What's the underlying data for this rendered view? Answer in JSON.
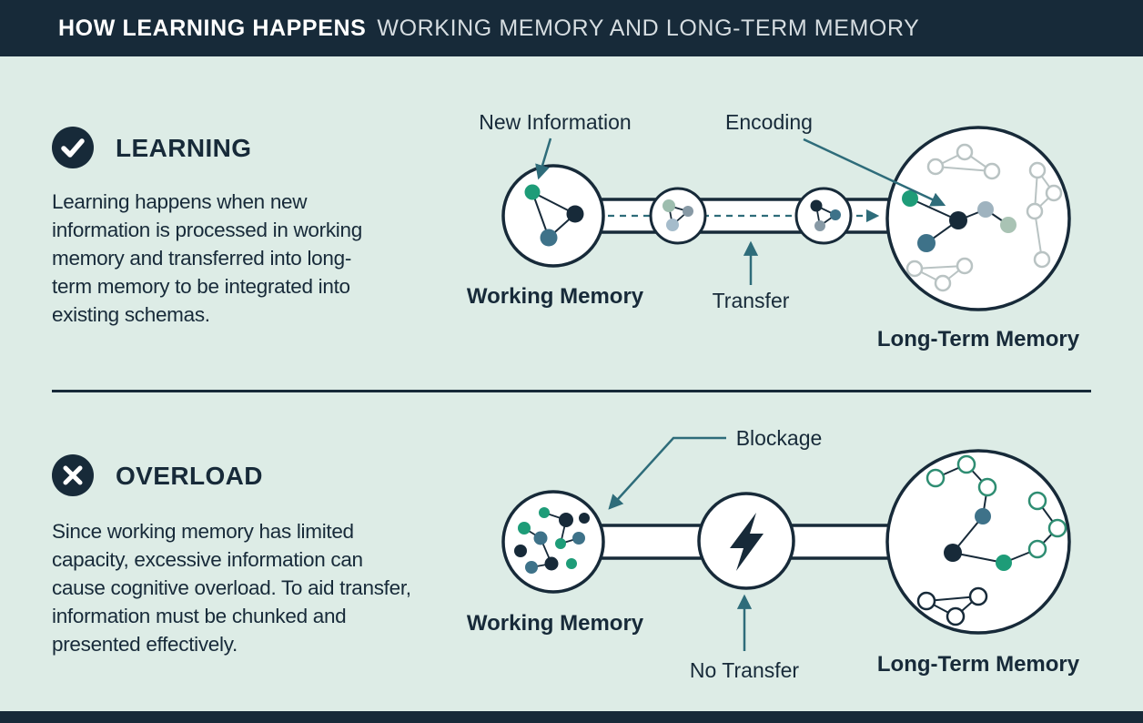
{
  "header": {
    "title_bold": "HOW LEARNING HAPPENS",
    "title_regular": "WORKING MEMORY AND LONG-TERM MEMORY"
  },
  "learning": {
    "heading": "LEARNING",
    "body": "Learning happens when new information is processed in working memory and transferred into long-term memory to be integrated into existing schemas.",
    "labels": {
      "new_information": "New Information",
      "encoding": "Encoding",
      "transfer": "Transfer",
      "working_memory": "Working Memory",
      "long_term_memory": "Long-Term Memory"
    }
  },
  "overload": {
    "heading": "OVERLOAD",
    "body": "Since working memory has limited capacity, excessive information can cause cognitive overload. To aid transfer, information must be chunked and presented effectively.",
    "labels": {
      "blockage": "Blockage",
      "no_transfer": "No Transfer",
      "working_memory": "Working Memory",
      "long_term_memory": "Long-Term Memory"
    }
  },
  "icons": {
    "learning": "check-icon",
    "overload": "x-icon"
  },
  "colors": {
    "navy": "#172a39",
    "teal": "#1e9c78",
    "steel_blue": "#3e7289",
    "sage": "#a9c3b4",
    "faded_gray": "#b9c3c3",
    "arrow": "#2e6c7a",
    "background": "#ddece6",
    "white": "#ffffff"
  }
}
